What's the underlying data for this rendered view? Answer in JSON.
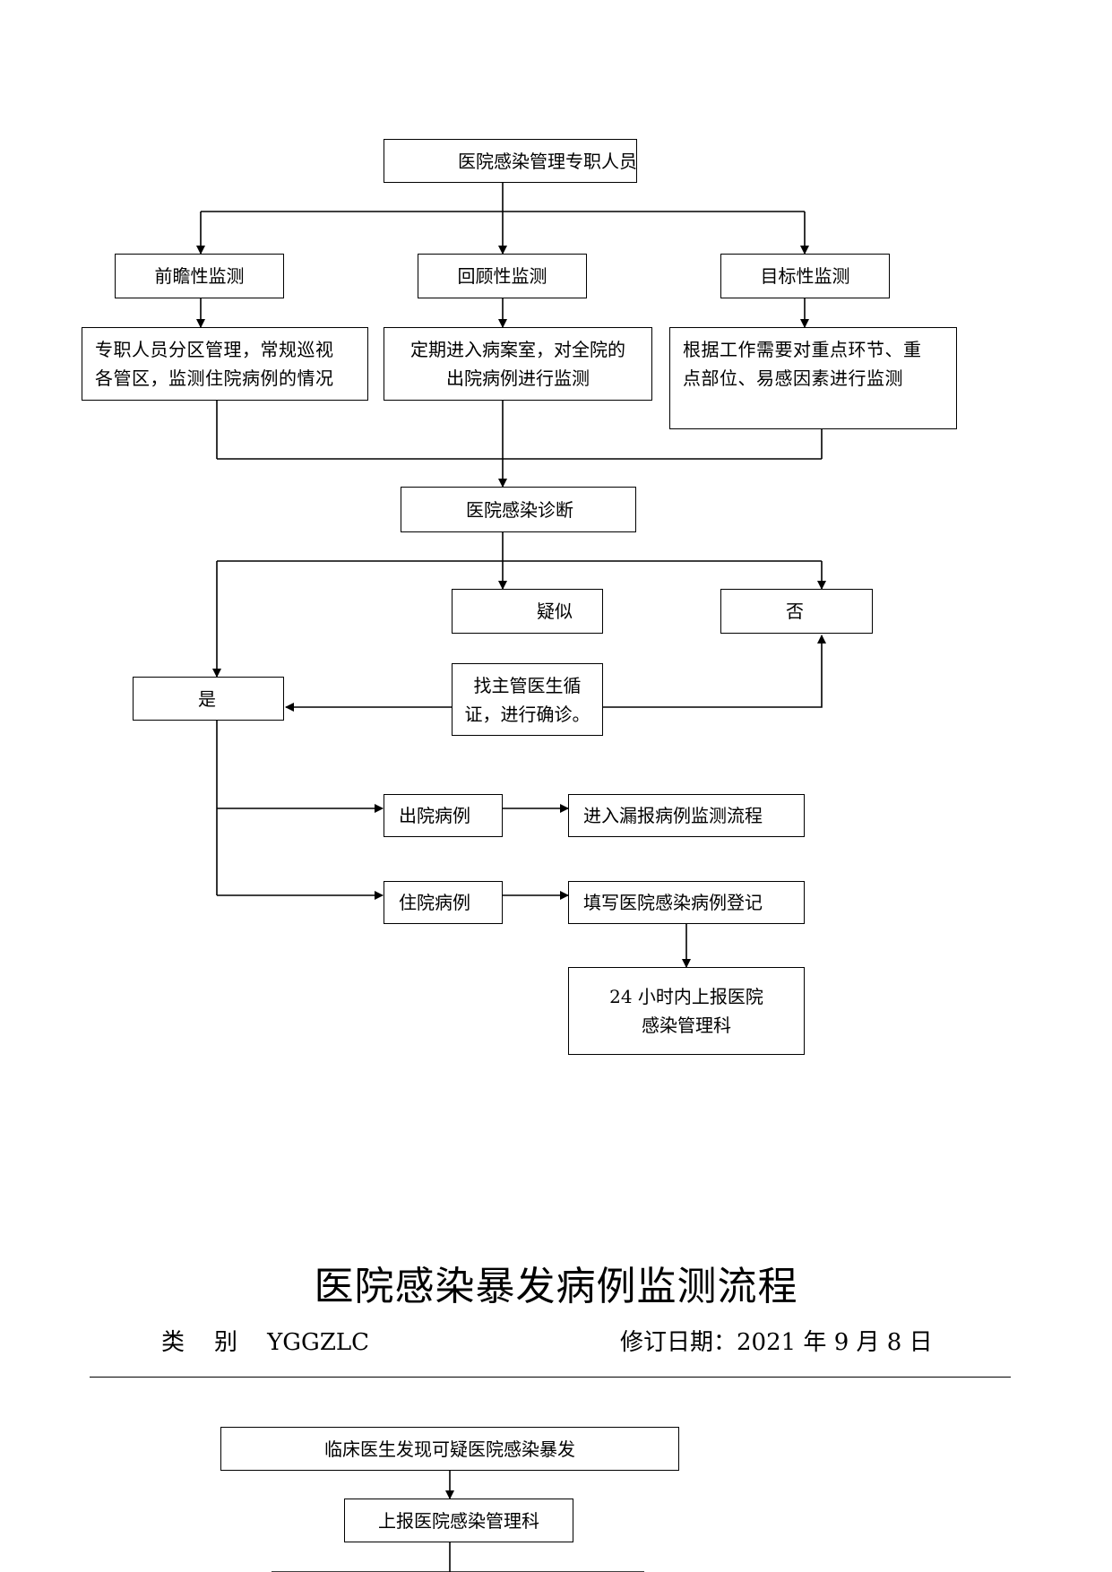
{
  "flowchart_top": {
    "root": "医院感染管理专职人员",
    "branches": [
      {
        "title": "前瞻性监测",
        "detail_lines": [
          "专职人员分区管理，常规巡视",
          "各管区，监测住院病例的情况"
        ]
      },
      {
        "title": "回顾性监测",
        "detail_lines": [
          "定期进入病案室，对全院的",
          "出院病例进行监测"
        ]
      },
      {
        "title": "目标性监测",
        "detail_lines": [
          "根据工作需要对重点环节、重",
          "点部位、易感因素进行监测"
        ]
      }
    ],
    "diagnosis": "医院感染诊断",
    "suspected": "疑似",
    "no": "否",
    "yes": "是",
    "confirm_lines": [
      "找主管医生循",
      "证，进行确诊。"
    ],
    "discharged": "出院病例",
    "discharged_next": "进入漏报病例监测流程",
    "inpatient": "住院病例",
    "inpatient_next": "填写医院感染病例登记",
    "report_lines": [
      "24 小时内上报医院",
      "感染管理科"
    ]
  },
  "document": {
    "title": "医院感染暴发病例监测流程",
    "category": "类    别    YGGZLC",
    "revision_date": "修订日期：2021 年 9 月 8 日"
  },
  "flowchart_bottom": {
    "step1": "临床医生发现可疑医院感染暴发",
    "step2": "上报医院感染管理科"
  }
}
